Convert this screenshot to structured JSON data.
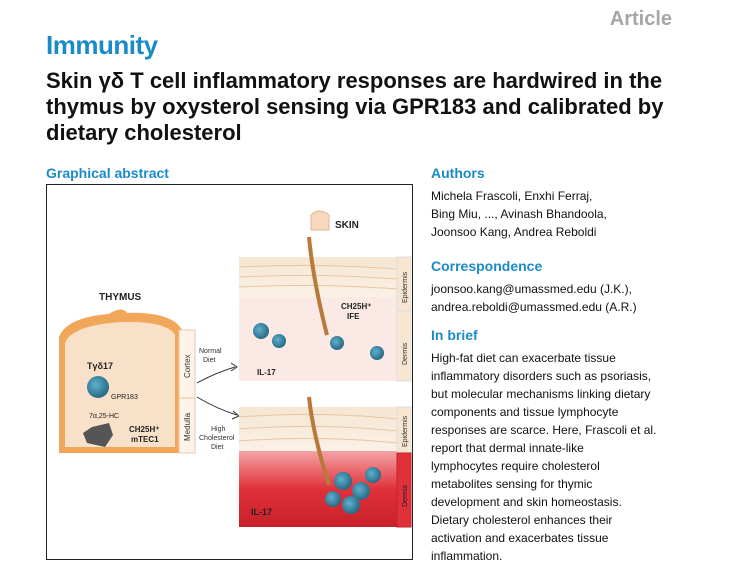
{
  "header": {
    "article_label": "Article",
    "journal": "Immunity",
    "title": "Skin γδ T cell inflammatory responses are hardwired in the thymus by oxysterol sensing via GPR183 and calibrated by dietary cholesterol"
  },
  "graphical_abstract": {
    "heading": "Graphical abstract",
    "labels": {
      "thymus": "THYMUS",
      "skin": "SKIN",
      "tgd17": "Tγδ17",
      "gpr183": "GPR183",
      "hc": "7α,25-HC",
      "ch25h_mtec_1": "CH25H⁺",
      "ch25h_mtec_2": "mTEC1",
      "cortex": "Cortex",
      "medulla": "Medulla",
      "normal_diet_1": "Normal",
      "normal_diet_2": "Diet",
      "high_chol_1": "High",
      "high_chol_2": "Cholesterol",
      "high_chol_3": "Diet",
      "ch25h_ife_1": "CH25H⁺",
      "ch25h_ife_2": "IFE",
      "epidermis_top": "Epidermis",
      "dermis_top": "Dermis",
      "epidermis_bottom": "Epidermis",
      "dermis_bottom": "Dermis",
      "il17_top": "IL-17",
      "il17_bottom": "IL-17"
    }
  },
  "authors": {
    "heading": "Authors",
    "line1": "Michela Frascoli, Enxhi Ferraj,",
    "line2": "Bing Miu, ..., Avinash Bhandoola,",
    "line3": "Joonsoo Kang, Andrea Reboldi"
  },
  "correspondence": {
    "heading": "Correspondence",
    "line1": "joonsoo.kang@umassmed.edu (J.K.),",
    "line2": "andrea.reboldi@umassmed.edu (A.R.)"
  },
  "in_brief": {
    "heading": "In brief",
    "lines": [
      "High-fat diet can exacerbate tissue",
      "inflammatory disorders such as psoriasis,",
      "but molecular mechanisms linking dietary",
      "components and tissue lymphocyte",
      "responses are scarce. Here, Frascoli et al.",
      "report that dermal innate-like",
      "lymphocytes require cholesterol",
      "metabolites sensing for thymic",
      "development and skin homeostasis.",
      "Dietary cholesterol enhances their",
      "activation and exacerbates tissue",
      "inflammation."
    ]
  },
  "colors": {
    "accent": "#1a8bc9",
    "article_gray": "#a6a6a6",
    "thymus_fill": "#f7d9bd",
    "thymus_edge": "#f2a65a",
    "dermis_inflamed": "#e0313a",
    "cell_teal": "#1f6f8b"
  }
}
